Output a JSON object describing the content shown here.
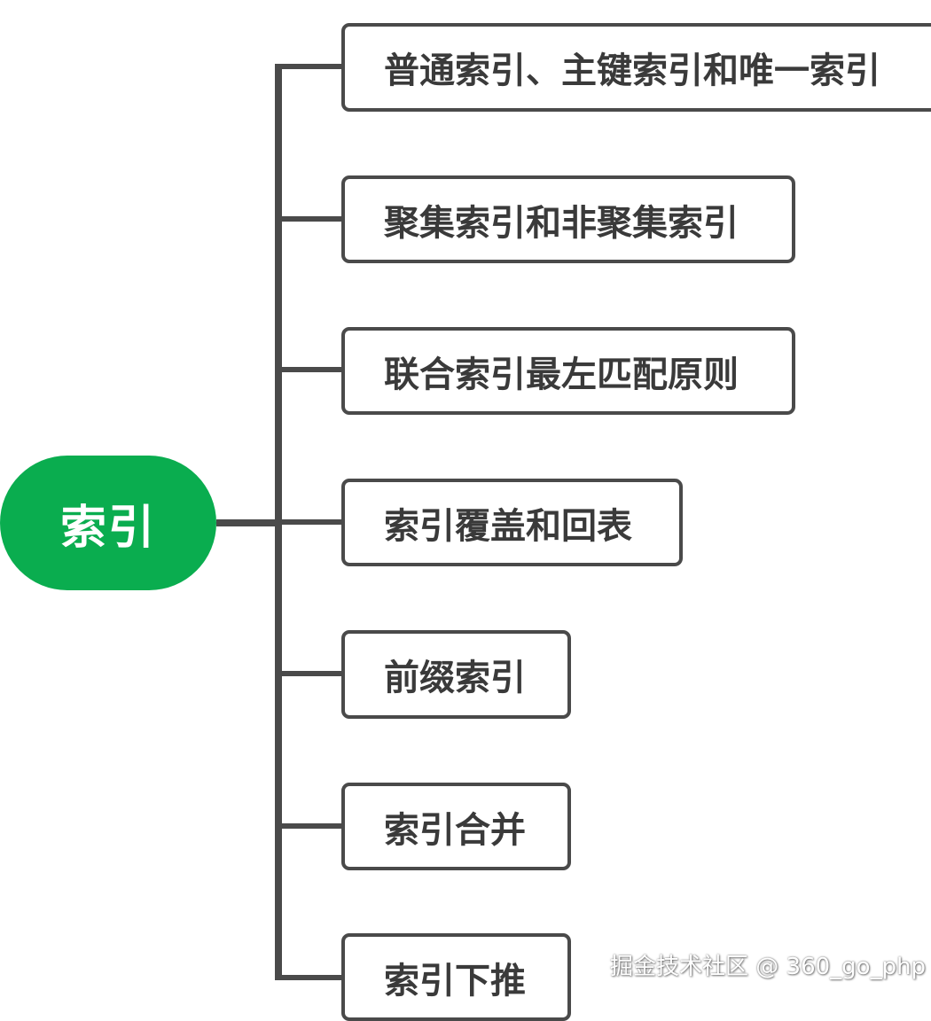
{
  "mindmap": {
    "root": {
      "label": "索引",
      "color": "#0aad4f"
    },
    "children": [
      {
        "label": "普通索引、主键索引和唯一索引"
      },
      {
        "label": "聚集索引和非聚集索引"
      },
      {
        "label": "联合索引最左匹配原则"
      },
      {
        "label": "索引覆盖和回表"
      },
      {
        "label": "前缀索引"
      },
      {
        "label": "索引合并"
      },
      {
        "label": "索引下推"
      }
    ],
    "line_color": "#4a4a4a",
    "border_color": "#4a4a4a"
  },
  "watermark": {
    "text": "掘金技术社区 @ 360_go_php"
  }
}
